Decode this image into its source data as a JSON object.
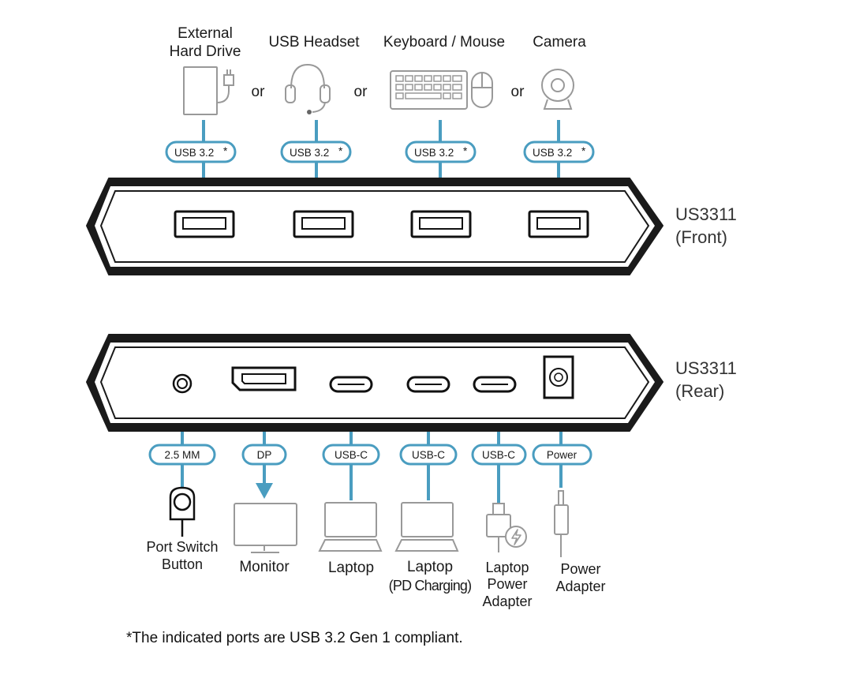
{
  "front": {
    "devices": [
      {
        "label_line1": "External",
        "label_line2": "Hard Drive",
        "port_label": "USB 3.2",
        "port_mark": "*"
      },
      {
        "label_line1": "USB Headset",
        "label_line2": "",
        "port_label": "USB 3.2",
        "port_mark": "*"
      },
      {
        "label_line1": "Keyboard / Mouse",
        "label_line2": "",
        "port_label": "USB 3.2",
        "port_mark": "*"
      },
      {
        "label_line1": "Camera",
        "label_line2": "",
        "port_label": "USB 3.2",
        "port_mark": "*"
      }
    ],
    "or_text": "or",
    "unit_line1": "US3311",
    "unit_line2": "(Front)"
  },
  "rear": {
    "ports": [
      {
        "port_label": "2.5 MM",
        "device_lines": [
          "Port Switch",
          "Button"
        ]
      },
      {
        "port_label": "DP",
        "device_lines": [
          "Monitor"
        ]
      },
      {
        "port_label": "USB-C",
        "device_lines": [
          "Laptop"
        ]
      },
      {
        "port_label": "USB-C",
        "device_lines": [
          "Laptop",
          "(PD Charging)"
        ]
      },
      {
        "port_label": "USB-C",
        "device_lines": [
          "Laptop",
          "Power",
          "Adapter"
        ]
      },
      {
        "port_label": "Power",
        "device_lines": [
          "Power",
          "Adapter"
        ]
      }
    ],
    "unit_line1": "US3311",
    "unit_line2": "(Rear)"
  },
  "footnote": "*The indicated ports are USB 3.2 Gen 1 compliant.",
  "colors": {
    "accent": "#4a9dc0",
    "device_gray": "#999999",
    "body_dark": "#1a1a1a"
  }
}
